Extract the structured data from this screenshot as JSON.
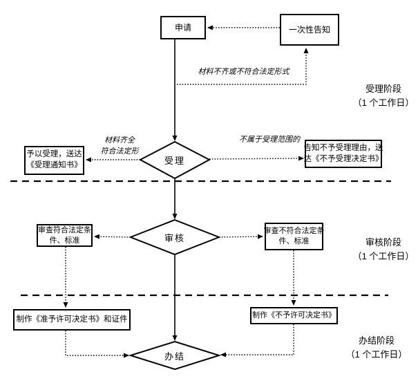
{
  "flowchart": {
    "nodes": {
      "apply": {
        "label": "申请"
      },
      "one_time_notice": {
        "label": "一次性告知"
      },
      "accept": {
        "label": "受理"
      },
      "review": {
        "label": "审核"
      },
      "complete": {
        "label": "办结"
      },
      "grant_accept": {
        "lines": [
          "予以受理，送达",
          "《受理通知书》"
        ]
      },
      "reject_accept": {
        "lines": [
          "告知不予受理理由，送",
          "达《不予受理决定书》"
        ]
      },
      "review_pass": {
        "lines": [
          "审查符合法定条",
          "件、标准"
        ]
      },
      "review_fail": {
        "lines": [
          "审查不符合法定条",
          "件、标准"
        ]
      },
      "make_license": {
        "label": "制作《准予许可决定书》和证件"
      },
      "make_denial": {
        "label": "制作《不予许可决定书》"
      }
    },
    "edge_labels": {
      "incomplete": "材料不齐或不符合法定形式",
      "complete_line1": "材料齐全",
      "complete_line2": "符合法定形",
      "out_of_scope": "不属于受理范围的"
    },
    "stages": [
      {
        "name": "受理阶段",
        "duration": "（1 个工作日）"
      },
      {
        "name": "审核阶段",
        "duration": "（1 个工作日）"
      },
      {
        "name": "办结阶段",
        "duration": "（1 个工作日）"
      }
    ],
    "colors": {
      "line": "#000000",
      "background": "#ffffff"
    }
  }
}
